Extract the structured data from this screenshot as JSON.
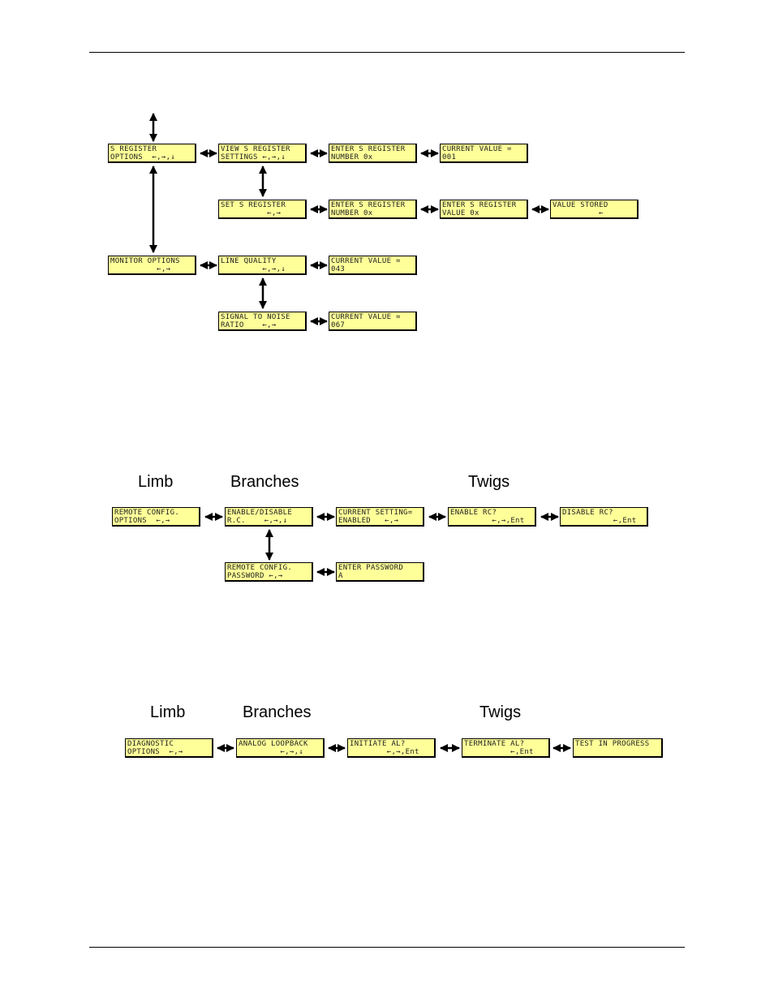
{
  "diagram1": {
    "boxes": [
      {
        "id": "s-register-options",
        "line1": "S REGISTER",
        "line2": "OPTIONS  ←,→,↓"
      },
      {
        "id": "view-s-register-settings",
        "line1": "VIEW S REGISTER",
        "line2": "SETTINGS ←,→,↓"
      },
      {
        "id": "enter-s-register-number-1",
        "line1": "ENTER S REGISTER",
        "line2": "NUMBER 0x"
      },
      {
        "id": "current-value-001",
        "line1": "CURRENT VALUE =",
        "line2": "001"
      },
      {
        "id": "set-s-register",
        "line1": "SET S REGISTER",
        "line2": "          ←,→"
      },
      {
        "id": "enter-s-register-number-2",
        "line1": "ENTER S REGISTER",
        "line2": "NUMBER 0x"
      },
      {
        "id": "enter-s-register-value",
        "line1": "ENTER S REGISTER",
        "line2": "VALUE 0x"
      },
      {
        "id": "value-stored",
        "line1": "VALUE STORED",
        "line2": "          ←"
      },
      {
        "id": "monitor-options",
        "line1": "MONITOR OPTIONS",
        "line2": "          ←,→"
      },
      {
        "id": "line-quality",
        "line1": "LINE QUALITY",
        "line2": "         ←,→,↓"
      },
      {
        "id": "current-value-043",
        "line1": "CURRENT VALUE =",
        "line2": "043"
      },
      {
        "id": "signal-to-noise-ratio",
        "line1": "SIGNAL TO NOISE",
        "line2": "RATIO    ←,→"
      },
      {
        "id": "current-value-067",
        "line1": "CURRENT VALUE =",
        "line2": "067"
      }
    ]
  },
  "diagram2": {
    "headings": {
      "limb": "Limb",
      "branches": "Branches",
      "twigs": "Twigs"
    },
    "boxes": [
      {
        "id": "remote-config-options",
        "line1": "REMOTE CONFIG.",
        "line2": "OPTIONS  ←,→"
      },
      {
        "id": "enable-disable-rc",
        "line1": "ENABLE/DISABLE",
        "line2": "R.C.    ←,→,↓"
      },
      {
        "id": "current-setting-enabled",
        "line1": "CURRENT SETTING=",
        "line2": "ENABLED   ←,→"
      },
      {
        "id": "enable-rc",
        "line1": "ENABLE RC?",
        "line2": "         ←,→,Ent"
      },
      {
        "id": "disable-rc",
        "line1": "DISABLE RC?",
        "line2": "           ←,Ent"
      },
      {
        "id": "remote-config-password",
        "line1": "REMOTE CONFIG.",
        "line2": "PASSWORD ←,→"
      },
      {
        "id": "enter-password",
        "line1": "ENTER PASSWORD",
        "line2": "A"
      }
    ]
  },
  "diagram3": {
    "headings": {
      "limb": "Limb",
      "branches": "Branches",
      "twigs": "Twigs"
    },
    "boxes": [
      {
        "id": "diagnostic-options",
        "line1": "DIAGNOSTIC",
        "line2": "OPTIONS  ←,→"
      },
      {
        "id": "analog-loopback",
        "line1": "ANALOG LOOPBACK",
        "line2": "         ←,→,↓"
      },
      {
        "id": "initiate-al",
        "line1": "INITIATE AL?",
        "line2": "        ←,→,Ent"
      },
      {
        "id": "terminate-al",
        "line1": "TERMINATE AL?",
        "line2": "          ←,Ent"
      },
      {
        "id": "test-in-progress",
        "line1": "TEST IN PROGRESS",
        "line2": ""
      }
    ]
  }
}
